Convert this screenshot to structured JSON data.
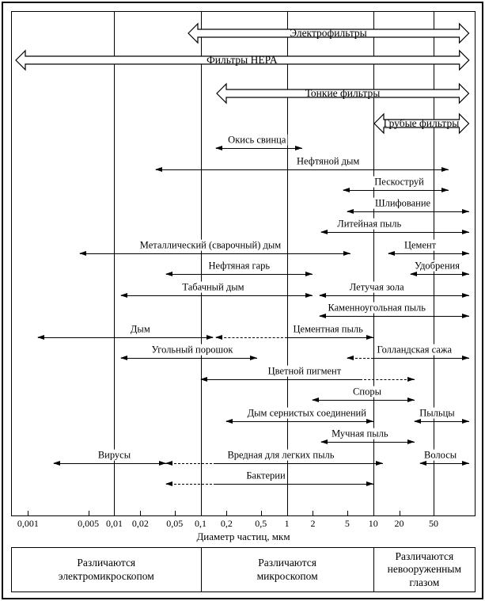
{
  "axis_title": "Диаметр частиц, мкм",
  "chart_data": {
    "type": "bar",
    "subtype": "horizontal-log-range-diagram",
    "title": "",
    "xlabel": "Диаметр частиц, мкм",
    "x_axis": {
      "scale": "log",
      "unit": "мкм",
      "render_min": 0.00065,
      "render_max": 150,
      "xlim_labeled": [
        0.001,
        50
      ],
      "ticks": [
        0.001,
        0.005,
        0.01,
        0.02,
        0.05,
        0.1,
        0.2,
        0.5,
        1,
        2,
        5,
        10,
        20,
        50
      ],
      "tick_labels": [
        "0,001",
        "0,005",
        "0,01",
        "0,02",
        "0,05",
        "0,1",
        "0,2",
        "0,5",
        "1",
        "2",
        "5",
        "10",
        "20",
        "50"
      ],
      "gridlines": [
        0.01,
        0.1,
        1,
        10,
        50
      ],
      "grid": true
    },
    "filters": [
      {
        "label": "Электрофильтры",
        "from": 0.07,
        "to": 130
      },
      {
        "label": "Фильтры HEPA",
        "from": 0.0007,
        "to": 130
      },
      {
        "label": "Тонкие фильтры",
        "from": 0.15,
        "to": 130
      },
      {
        "label": "Грубые фильтры",
        "from": 10,
        "to": 130
      }
    ],
    "items": [
      {
        "label": "Окись свинца",
        "row": 0,
        "label_at": 0.45,
        "segments": [
          {
            "from": 0.15,
            "to": 1.5,
            "style": "solid"
          }
        ]
      },
      {
        "label": "Нефтяной дым",
        "row": 1,
        "label_at": 3,
        "segments": [
          {
            "from": 0.03,
            "to": 75,
            "style": "solid"
          }
        ]
      },
      {
        "label": "Пескоструй",
        "row": 2,
        "label_at": 20,
        "segments": [
          {
            "from": 4.5,
            "to": 75,
            "style": "solid"
          }
        ]
      },
      {
        "label": "Шлифование",
        "row": 3,
        "label_at": 22,
        "segments": [
          {
            "from": 5,
            "to": 130,
            "style": "solid"
          }
        ]
      },
      {
        "label": "Литейная пыль",
        "row": 4,
        "label_at": 9,
        "segments": [
          {
            "from": 2.5,
            "to": 130,
            "style": "solid"
          }
        ]
      },
      {
        "label": "Металлический (сварочный) дым",
        "row": 5,
        "label_at": 0.13,
        "segments": [
          {
            "from": 0.004,
            "to": 5.5,
            "style": "solid"
          }
        ]
      },
      {
        "label": "Цемент",
        "row": 5,
        "label_at": 35,
        "segments": [
          {
            "from": 15,
            "to": 130,
            "style": "solid"
          }
        ]
      },
      {
        "label": "Нефтяная гарь",
        "row": 6,
        "label_at": 0.28,
        "segments": [
          {
            "from": 0.04,
            "to": 2,
            "style": "solid"
          }
        ]
      },
      {
        "label": "Удобрения",
        "row": 6,
        "label_at": 55,
        "segments": [
          {
            "from": 27,
            "to": 130,
            "style": "solid"
          }
        ]
      },
      {
        "label": "Табачный дым",
        "row": 7,
        "label_at": 0.14,
        "segments": [
          {
            "from": 0.012,
            "to": 2,
            "style": "solid"
          }
        ]
      },
      {
        "label": "Летучая зола",
        "row": 7,
        "label_at": 11,
        "segments": [
          {
            "from": 2.4,
            "to": 130,
            "style": "solid"
          }
        ]
      },
      {
        "label": "Каменноугольная пыль",
        "row": 8,
        "label_at": 11,
        "segments": [
          {
            "from": 2.4,
            "to": 130,
            "style": "solid"
          }
        ]
      },
      {
        "label": "Дым",
        "row": 9,
        "label_at": 0.02,
        "segments": [
          {
            "from": 0.0013,
            "to": 0.14,
            "style": "solid"
          }
        ]
      },
      {
        "label": "Цементная пыль",
        "row": 9,
        "label_at": 3,
        "segments": [
          {
            "from": 0.15,
            "to": 1,
            "style": "dashed"
          },
          {
            "from": 1,
            "to": 10,
            "style": "solid"
          }
        ]
      },
      {
        "label": "Угольный порошок",
        "row": 10,
        "label_at": 0.08,
        "segments": [
          {
            "from": 0.012,
            "to": 0.45,
            "style": "solid"
          }
        ]
      },
      {
        "label": "Голландская сажа",
        "row": 10,
        "label_at": 30,
        "segments": [
          {
            "from": 5,
            "to": 10,
            "style": "dashed"
          },
          {
            "from": 10,
            "to": 130,
            "style": "solid"
          }
        ]
      },
      {
        "label": "Цветной пигмент",
        "row": 11,
        "label_at": 1.6,
        "segments": [
          {
            "from": 0.1,
            "to": 7,
            "style": "solid"
          },
          {
            "from": 7,
            "to": 30,
            "style": "dashed"
          }
        ]
      },
      {
        "label": "Споры",
        "row": 12,
        "label_at": 8.5,
        "segments": [
          {
            "from": 2,
            "to": 30,
            "style": "solid"
          }
        ]
      },
      {
        "label": "Дым сернистых соединений",
        "row": 13,
        "label_at": 1.7,
        "segments": [
          {
            "from": 0.2,
            "to": 10,
            "style": "solid"
          }
        ]
      },
      {
        "label": "Пыльцы",
        "row": 13,
        "label_at": 55,
        "segments": [
          {
            "from": 30,
            "to": 130,
            "style": "solid"
          }
        ]
      },
      {
        "label": "Мучная пыль",
        "row": 14,
        "label_at": 7,
        "segments": [
          {
            "from": 2.5,
            "to": 30,
            "style": "solid"
          }
        ]
      },
      {
        "label": "Вирусы",
        "row": 15,
        "label_at": 0.01,
        "segments": [
          {
            "from": 0.002,
            "to": 0.04,
            "style": "solid"
          }
        ]
      },
      {
        "label": "Вредная для легких пыль",
        "row": 15,
        "label_at": 0.85,
        "segments": [
          {
            "from": 0.04,
            "to": 0.15,
            "style": "dashed"
          },
          {
            "from": 0.15,
            "to": 13,
            "style": "solid"
          }
        ]
      },
      {
        "label": "Волосы",
        "row": 15,
        "label_at": 60,
        "segments": [
          {
            "from": 35,
            "to": 130,
            "style": "solid"
          }
        ]
      },
      {
        "label": "Бактерии",
        "row": 16,
        "label_at": 0.57,
        "segments": [
          {
            "from": 0.04,
            "to": 0.15,
            "style": "dashed"
          },
          {
            "from": 0.15,
            "to": 10,
            "style": "solid"
          }
        ]
      }
    ],
    "zones": {
      "boundaries": [
        0.1,
        10
      ],
      "labels": [
        "Различаются\nэлектромикроскопом",
        "Различаются\nмикроскопом",
        "Различаются\nневооруженным\nглазом"
      ]
    },
    "colors": {
      "line": "#000000",
      "background": "#ffffff"
    }
  }
}
